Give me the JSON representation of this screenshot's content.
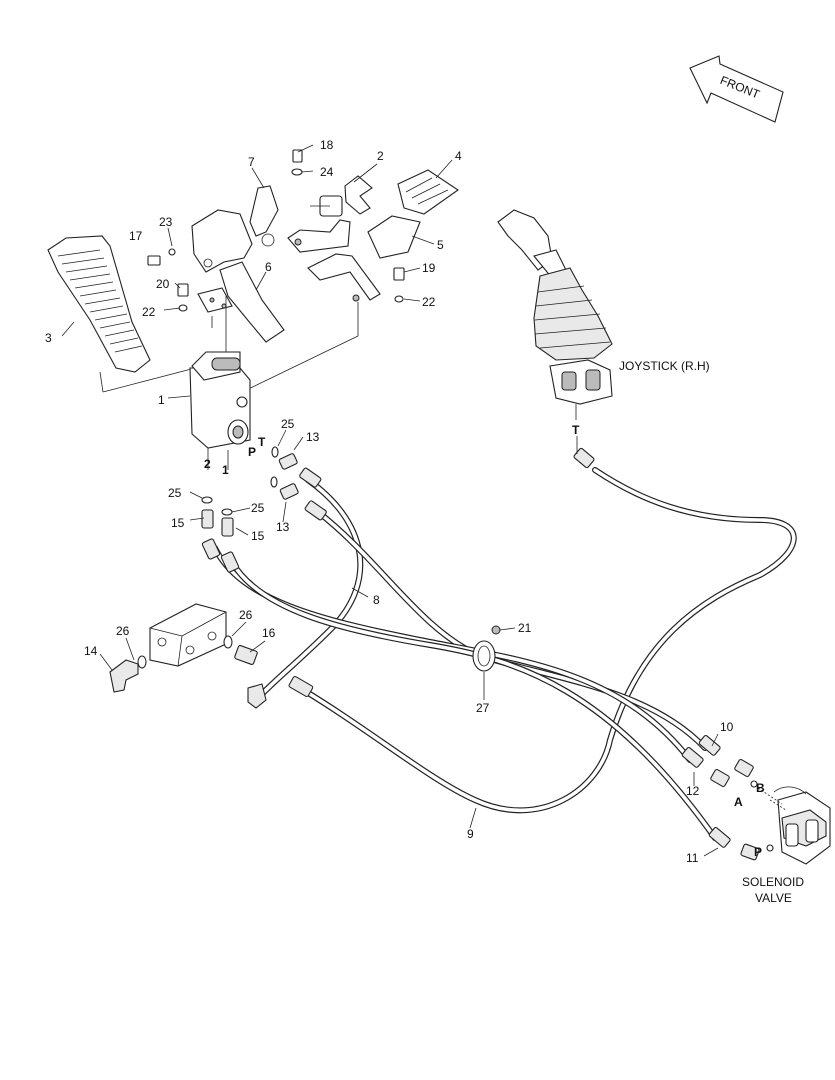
{
  "direction_tag": {
    "label": "FRONT"
  },
  "captions": {
    "joystick": "JOYSTICK (R.H)",
    "solenoid_line1": "SOLENOID",
    "solenoid_line2": "VALVE"
  },
  "port_labels": {
    "t_pedal": "T",
    "p_pedal": "P",
    "port_2": "2",
    "port_1": "1",
    "t_joystick": "T",
    "a_valve": "A",
    "b_valve": "B",
    "p_valve": "P"
  },
  "callouts": {
    "c1": "1",
    "c2": "2",
    "c3": "3",
    "c4": "4",
    "c5": "5",
    "c6": "6",
    "c7": "7",
    "c8": "8",
    "c9": "9",
    "c10": "10",
    "c11": "11",
    "c12": "12",
    "c13a": "13",
    "c13b": "13",
    "c14": "14",
    "c15a": "15",
    "c15b": "15",
    "c16": "16",
    "c17": "17",
    "c18": "18",
    "c19": "19",
    "c20": "20",
    "c21": "21",
    "c22a": "22",
    "c22b": "22",
    "c23": "23",
    "c24": "24",
    "c25a": "25",
    "c25b": "25",
    "c25c": "25",
    "c26a": "26",
    "c26b": "26",
    "c27": "27"
  },
  "colors": {
    "line": "#222222",
    "fill": "#ffffff",
    "shade": "#e9e9e9"
  }
}
